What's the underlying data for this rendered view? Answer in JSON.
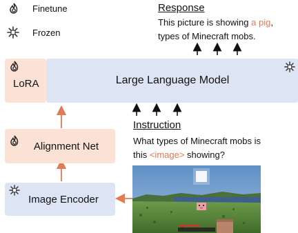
{
  "legend": {
    "finetune_label": "Finetune",
    "frozen_label": "Frozen"
  },
  "llm": {
    "label": "Large Language Model"
  },
  "lora": {
    "label": "LoRA"
  },
  "alignment": {
    "label": "Alignment Net"
  },
  "encoder": {
    "label": "Image Encoder"
  },
  "response": {
    "heading": "Response",
    "line1_prefix": "This picture is showing ",
    "line1_highlight": "a pig",
    "line1_suffix": ",",
    "line2": "types of Minecraft mobs."
  },
  "instruction": {
    "heading": "Instruction",
    "line1": "What types of Minecraft mobs is",
    "line2_prefix": "this ",
    "line2_highlight": "<image>",
    "line2_suffix": " showing?"
  },
  "colors": {
    "finetune_bg": "#fbe2d5",
    "frozen_bg": "#dde5f5",
    "accent": "#e07b53"
  },
  "icons": {
    "finetune": "flame-icon",
    "frozen": "snowflake-icon"
  }
}
